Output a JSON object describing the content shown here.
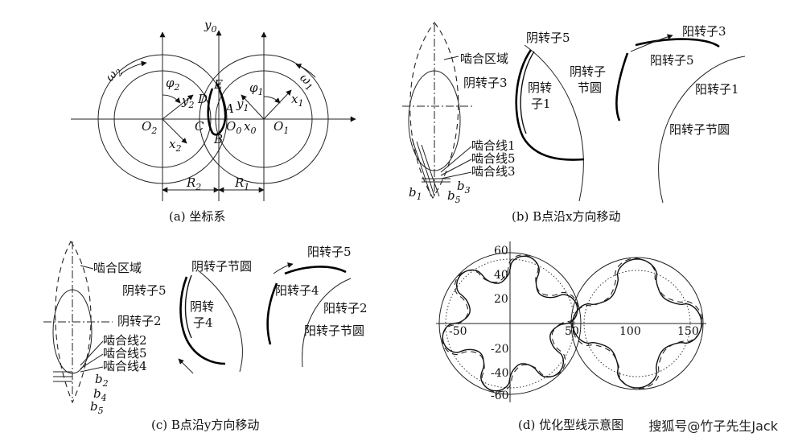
{
  "panel_a": {
    "caption": "(a) 坐标系",
    "labels": {
      "y0": "y",
      "y0_sub": "0",
      "x0": "x",
      "x0_sub": "0",
      "O0": "O",
      "O0_sub": "0",
      "O1": "O",
      "O1_sub": "1",
      "O2": "O",
      "O2_sub": "2",
      "x1": "x",
      "x1_sub": "1",
      "y1": "y",
      "y1_sub": "1",
      "x2": "x",
      "x2_sub": "2",
      "y2": "y",
      "y2_sub": "2",
      "phi1": "φ",
      "phi1_sub": "1",
      "phi2": "φ",
      "phi2_sub": "2",
      "omega1": "ω",
      "omega1_sub": "1",
      "omega2": "ω",
      "omega2_sub": "2",
      "R1": "R",
      "R1_sub": "1",
      "R2": "R",
      "R2_sub": "2",
      "A": "A",
      "B": "B",
      "C": "C",
      "D": "D",
      "E": "E"
    }
  },
  "panel_b": {
    "caption": "(b) B点沿x方向移动",
    "labels": {
      "mesh_zone": "啮合区域",
      "female5": "阴转子5",
      "female3": "阴转子3",
      "female1_a": "阴转",
      "female1_b": "子1",
      "female_pitch_a": "阴转子",
      "female_pitch_b": "节圆",
      "male3": "阳转子3",
      "male5": "阳转子5",
      "male1": "阳转子1",
      "male_pitch": "阳转子节圆",
      "line1": "啮合线1",
      "line5": "啮合线5",
      "line3": "啮合线3",
      "b1": "b",
      "b1_sub": "1",
      "b3": "b",
      "b3_sub": "3",
      "b5": "b",
      "b5_sub": "5"
    }
  },
  "panel_c": {
    "caption": "(c) B点沿y方向移动",
    "labels": {
      "mesh_zone": "啮合区域",
      "female_pitch": "阴转子节圆",
      "female5": "阴转子5",
      "female2": "阴转子2",
      "female4_a": "阴转",
      "female4_b": "子4",
      "male5": "阳转子5",
      "male4": "阳转子4",
      "male2": "阳转子2",
      "male_pitch": "阳转子节圆",
      "line2": "啮合线2",
      "line5": "啮合线5",
      "line4": "啮合线4",
      "b2": "b",
      "b2_sub": "2",
      "b4": "b",
      "b4_sub": "4",
      "b5": "b",
      "b5_sub": "5"
    }
  },
  "panel_d": {
    "caption": "(d) 优化型线示意图",
    "x_ticks": [
      "-50",
      "50",
      "100",
      "150"
    ],
    "y_ticks": [
      "60",
      "40",
      "20",
      "-20",
      "-40",
      "-60"
    ]
  },
  "watermark": "搜狐号@竹子先生Jack"
}
